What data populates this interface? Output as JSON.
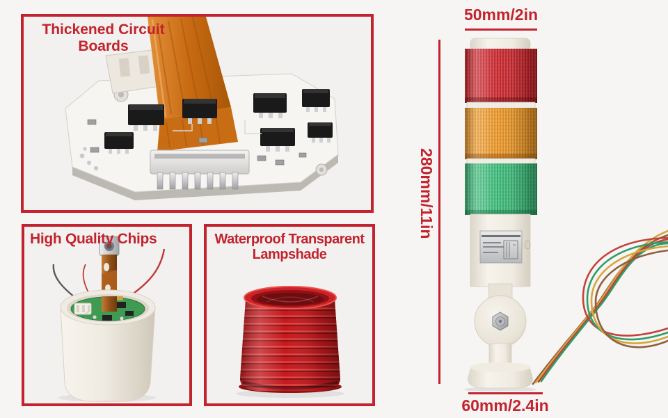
{
  "page": {
    "background": "#f6f5f3"
  },
  "colors": {
    "accent": "#c2232e",
    "tower-red": "#ce1e25",
    "tower-orange": "#f0961f",
    "tower-green": "#36bd77",
    "plastic": "#f0ece3",
    "lampshade-red": "#c31a20",
    "pcb-green": "#3f9b52",
    "flex-orange": "#d2741c"
  },
  "callouts": {
    "circuit": {
      "title": "Thickened Circuit Boards"
    },
    "chips": {
      "title": "High Quality Chips"
    },
    "lampshade": {
      "title": "Waterproof Transparent Lampshade"
    }
  },
  "dimensions": {
    "top_width": "50mm/2in",
    "height": "280mm/11in",
    "base_width": "60mm/2.4in"
  },
  "tower": {
    "segment_colors": [
      "#ce1e25",
      "#f0961f",
      "#36bd77"
    ],
    "wire_colors": [
      "#c2413b",
      "#d8a43c",
      "#2f9c68",
      "#8e5f3e"
    ]
  }
}
